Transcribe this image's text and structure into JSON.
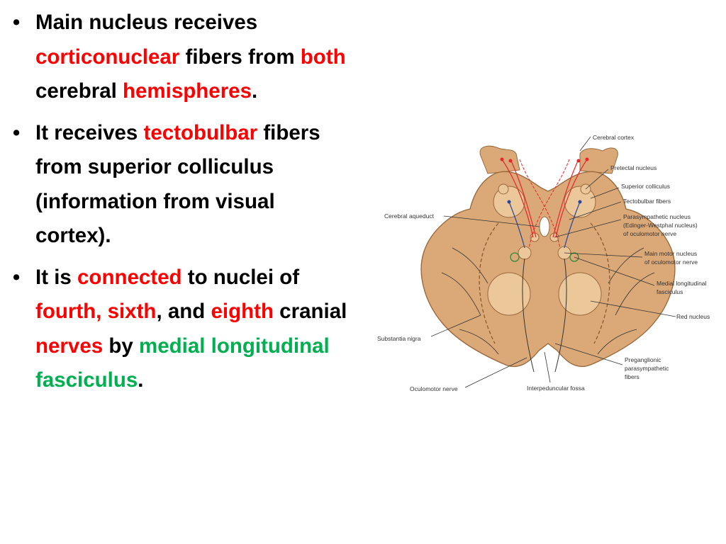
{
  "bullets": [
    {
      "parts": [
        {
          "t": "Main nucleus receives ",
          "c": "black"
        },
        {
          "t": "corticonuclear",
          "c": "red"
        },
        {
          "t": " fibers from ",
          "c": "black"
        },
        {
          "t": "both",
          "c": "red"
        },
        {
          "t": " cerebral ",
          "c": "black"
        },
        {
          "t": "hemispheres",
          "c": "red"
        },
        {
          "t": ".",
          "c": "black"
        }
      ]
    },
    {
      "parts": [
        {
          "t": "It receives ",
          "c": "black"
        },
        {
          "t": "tectobulbar",
          "c": "red"
        },
        {
          "t": " fibers from superior colliculus (information from visual cortex).",
          "c": "black"
        }
      ]
    },
    {
      "parts": [
        {
          "t": "It is ",
          "c": "black"
        },
        {
          "t": "connected",
          "c": "red"
        },
        {
          "t": " to nuclei of ",
          "c": "black"
        },
        {
          "t": "fourth, sixth",
          "c": "red"
        },
        {
          "t": ", and ",
          "c": "black"
        },
        {
          "t": "eighth",
          "c": "red"
        },
        {
          "t": " cranial ",
          "c": "black"
        },
        {
          "t": "nerves",
          "c": "red"
        },
        {
          "t": " by ",
          "c": "black"
        },
        {
          "t": "medial longitudinal fasciculus",
          "c": "green"
        },
        {
          "t": ".",
          "c": "black"
        }
      ]
    }
  ],
  "diagram": {
    "labels": {
      "cerebral_cortex": "Cerebral cortex",
      "pretectal_nucleus": "Pretectal nucleus",
      "superior_colliculus": "Superior colliculus",
      "tectobulbar_fibers": "Tectobulbar fibers",
      "parasympathetic_nucleus": [
        "Parasympathetic nucleus",
        "(Edinger-Westphal nucleus)",
        "of oculomotor nerve"
      ],
      "main_motor_nucleus": [
        "Main motor nucleus",
        "of oculomotor nerve"
      ],
      "mlf": [
        "Medial longitudinal",
        "fasciculus"
      ],
      "red_nucleus": "Red nucleus",
      "preganglionic": [
        "Preganglionic",
        "parasympathetic",
        "fibers"
      ],
      "interpeduncular_fossa": "Interpeduncular fossa",
      "oculomotor_nerve": "Oculomotor nerve",
      "substantia_nigra": "Substantia nigra",
      "cerebral_aqueduct": "Cerebral aqueduct"
    },
    "colors": {
      "tissue": "#dba878",
      "tissue_outline": "#9a6a3e",
      "nucleus": "#ecc79a",
      "fiber_red": "#e8262a",
      "fiber_blue": "#27479c",
      "fiber_green": "#2e8b3e",
      "nigra": "#8a5a2e"
    }
  }
}
